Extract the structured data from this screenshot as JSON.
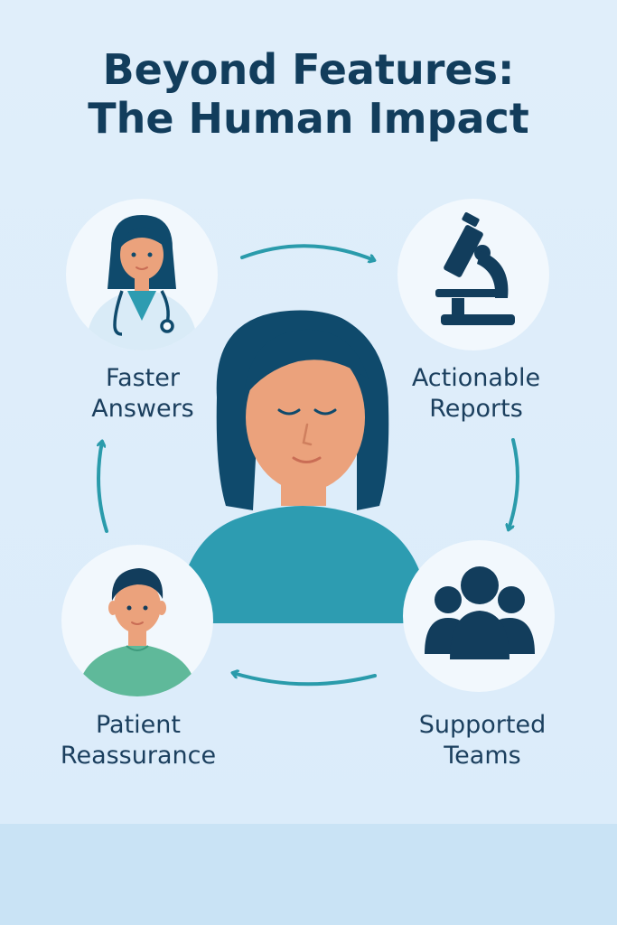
{
  "title": {
    "line1": "Beyond Features:",
    "line2": "The Human Impact"
  },
  "nodes": [
    {
      "id": "faster-answers",
      "lines": [
        "Faster",
        "Answers"
      ],
      "icon": "doctor-icon"
    },
    {
      "id": "actionable-reports",
      "lines": [
        "Actionable",
        "Reports"
      ],
      "icon": "microscope-icon"
    },
    {
      "id": "supported-teams",
      "lines": [
        "Supported",
        "Teams"
      ],
      "icon": "team-icon"
    },
    {
      "id": "patient-reassurance",
      "lines": [
        "Patient",
        "Reassurance"
      ],
      "icon": "patient-icon"
    }
  ],
  "center": {
    "icon": "calm-woman-icon"
  },
  "cycle_direction": "clockwise",
  "colors": {
    "title": "#123d5c",
    "label": "#1b3f5e",
    "arrow": "#2a9bab",
    "skin": "#eba27c",
    "hair": "#0f4a6c",
    "teal": "#2d9cb1",
    "green": "#5fb99a",
    "navy": "#123d5c",
    "background": "#dcedfa"
  }
}
